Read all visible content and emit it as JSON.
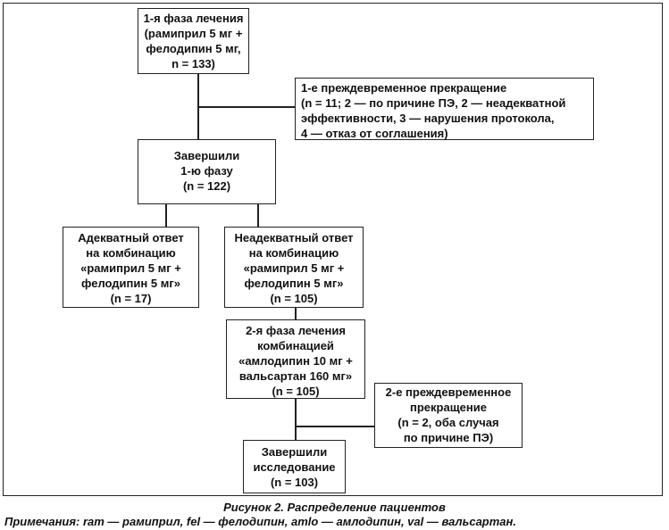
{
  "boxes": {
    "phase1": [
      "1-я фаза лечения",
      "(рамиприл 5 мг +",
      "фелодипин 5 мг,",
      "n = 133)"
    ],
    "dropout1": [
      "1-е преждевременное прекращение",
      "(n = 11; 2 — по причине ПЭ, 2 — неадекватной",
      "эффективности, 3 — нарушения протокола,",
      "4 — отказ от соглашения)"
    ],
    "completed1": [
      "Завершили",
      "1-ю фазу",
      "(n = 122)"
    ],
    "adequate": [
      "Адекватный ответ",
      "на комбинацию",
      "«рамиприл 5 мг +",
      "фелодипин 5 мг»",
      "(n = 17)"
    ],
    "inadequate": [
      "Неадекватный ответ",
      "на комбинацию",
      "«рамиприл 5 мг +",
      "фелодипин 5 мг»",
      "(n = 105)"
    ],
    "phase2": [
      "2-я фаза лечения",
      "комбинацией",
      "«амлодипин 10 мг +",
      "вальсартан 160 мг»",
      "(n = 105)"
    ],
    "dropout2": [
      "2-е преждевременное",
      "прекращение",
      "(n = 2, оба случая",
      "по причине ПЭ)"
    ],
    "completed_study": [
      "Завершили",
      "исследование",
      "(n = 103)"
    ]
  },
  "caption": "Рисунок 2. Распределение пациентов",
  "note": "Примечания: ram — рамиприл, fel — фелодипин, amlo — амлодипин, val — вальсартан."
}
